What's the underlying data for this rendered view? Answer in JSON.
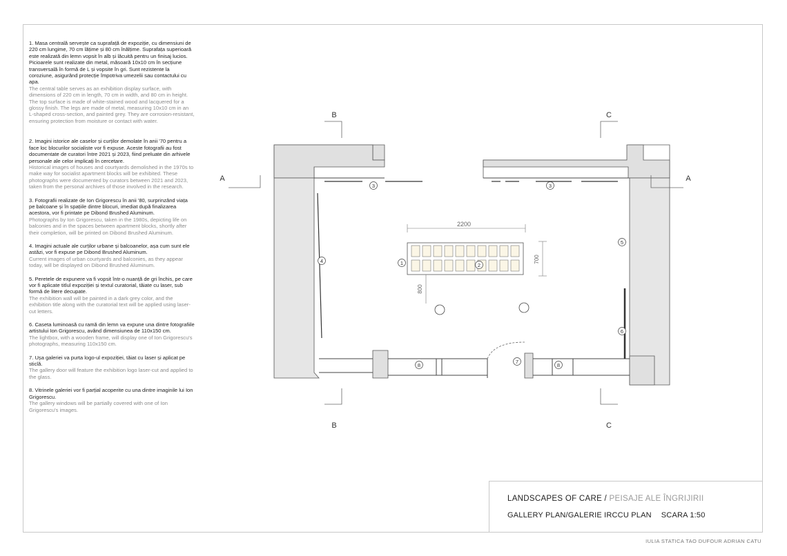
{
  "notes": [
    {
      "ro": "1. Masa centrală servește ca suprafață de expoziție, cu dimensiuni de 220 cm lungime, 70 cm lățime și 80 cm înălțime. Suprafața superioară este realizată din lemn vopsit în alb și lăcuită pentru un finisaj lucios. Picioarele sunt realizate din metal, măsoară 10x10 cm în secțiune transversală în formă de L și vopsite în gri. Sunt rezistente la coroziune, asigurând protecție împotriva umezelii sau contactului cu apa.",
      "en": "The central table serves as an exhibition display surface, with dimensions of 220 cm in length, 70 cm in width, and 80 cm in height. The top surface is made of white-stained wood and lacquered for a glossy finish. The legs are made of metal, measuring 10x10 cm in an L-shaped cross-section, and painted grey. They are corrosion-resistant, ensuring protection from moisture or contact with water."
    },
    {
      "ro": "2. Imagini istorice ale caselor și curților demolate în anii '70 pentru a face loc blocurilor socialiste vor fi expuse. Aceste fotografii au fost documentate de curatori între 2021 și 2023, fiind preluate din arhivele personale ale celor implicați în cercetare.",
      "en": "Historical images of houses and courtyards demolished in the 1970s to make way for socialist apartment blocks will be exhibited. These photographs were documented by curators between 2021 and 2023, taken from the personal archives of those involved in the research."
    },
    {
      "ro": "3. Fotografii realizate de Ion Grigorescu în anii '80, surprinzând viața pe balcoane și în spațiile dintre blocuri, imediat după finalizarea acestora, vor fi printate pe Dibond Brushed Aluminum.",
      "en": "Photographs by Ion Grigorescu, taken in the 1980s, depicting life on balconies and in the spaces between apartment blocks, shortly after their completion, will be printed on Dibond Brushed Aluminum."
    },
    {
      "ro": "4. Imagini actuale ale curților urbane și balcoanelor, așa cum sunt ele astăzi, vor fi expuse pe Dibond Brushed Aluminum.",
      "en": "Current images of urban courtyards and balconies, as they appear today, will be displayed on Dibond Brushed Aluminum."
    },
    {
      "ro": "5. Peretele de expunere va fi vopsit într-o nuanță de gri închis, pe care vor fi aplicate titlul expoziției și textul curatorial, tăiate cu laser, sub formă de litere decupate.",
      "en": "The exhibition wall will be painted in a dark grey color, and the exhibition title along with the curatorial text will be applied using laser-cut letters."
    },
    {
      "ro": "6. Caseta luminoasă cu ramă din lemn va expune una dintre fotografiile artistului Ion Grigorescu, având dimensiunea de 110x150 cm.",
      "en": "The lightbox, with a wooden frame, will display one of Ion Grigorescu's photographs, measuring 110x150 cm."
    },
    {
      "ro": "7. Ușa galeriei va purta logo-ul expoziției, tăiat cu laser și aplicat pe sticlă.",
      "en": "The gallery door will feature the exhibition logo laser-cut and applied to the glass."
    },
    {
      "ro": "8. Vitrinele galeriei vor fi parțial acoperite cu una dintre imaginile lui Ion Grigorescu.",
      "en": "The gallery windows will be partially covered with one of Ion Grigorescu's images."
    }
  ],
  "plan": {
    "section_marks": {
      "a": "A",
      "b": "B",
      "c": "C"
    },
    "dims": {
      "length": "2200",
      "width": "700",
      "offset": "800"
    },
    "markers": [
      "1",
      "2",
      "3",
      "3",
      "4",
      "5",
      "6",
      "7",
      "8",
      "8"
    ]
  },
  "title_block": {
    "title": "LANDSCAPES OF CARE / ",
    "subtitle": "PEISAJE ALE  ÎNGRIJIRII",
    "plan_name": "GALLERY PLAN/GALERIE IRCCU PLAN",
    "scale": "SCARA 1:50"
  },
  "authors": "IULIA STATICA  TAO DUFOUR  ADRIAN CATU",
  "colors": {
    "wall_fill": "#e0e0e0",
    "line": "#555555",
    "accent_text": "#9a9a9a",
    "panel_fill": "#fbf6e6"
  }
}
